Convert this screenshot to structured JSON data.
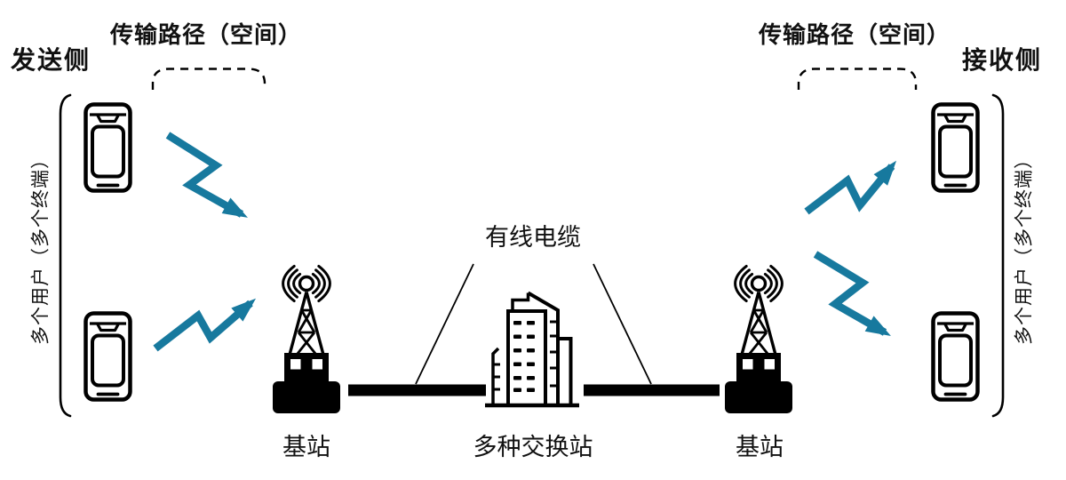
{
  "diagram": {
    "background": "#ffffff",
    "colors": {
      "arrow": "#17799E",
      "ink": "#000000"
    },
    "labels": {
      "sender_side": "发送侧",
      "receiver_side": "接收侧",
      "transmission_path_left": "传输路径（空间）",
      "transmission_path_right": "传输路径（空间）",
      "wired_cable": "有线电缆",
      "base_station_left": "基站",
      "base_station_right": "基站",
      "switching_station": "多种交换站",
      "users_terminals_left": "多个用户（多个终端）",
      "users_terminals_right": "多个用户（多个终端）"
    },
    "icons": {
      "smartphone": "smartphone-icon",
      "base_station": "base-station-tower-icon",
      "switching_building": "office-building-icon",
      "zigzag_arrow": "radio-zigzag-arrow-icon"
    }
  }
}
